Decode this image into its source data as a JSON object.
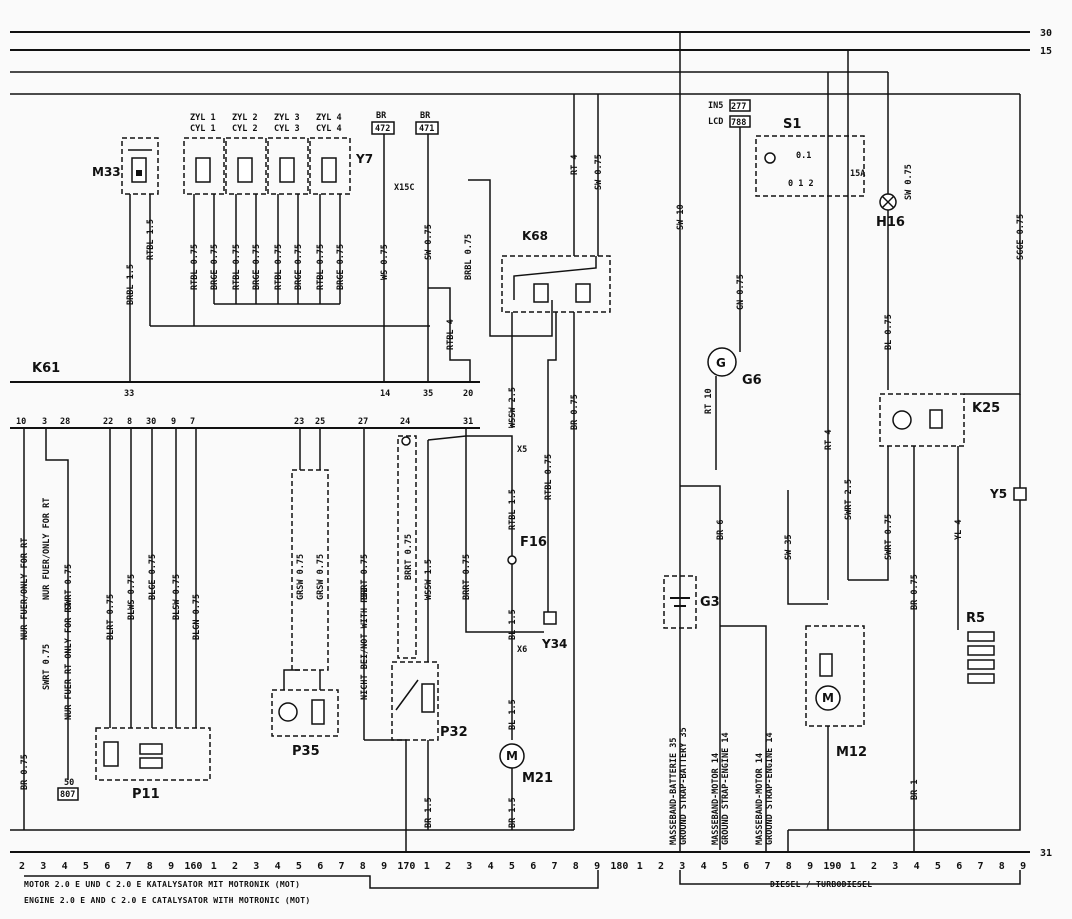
{
  "rails": {
    "r30": "30",
    "r15": "15",
    "r31": "31"
  },
  "components": {
    "M33": "M33",
    "Y7": "Y7",
    "K61": "K61",
    "K68": "K68",
    "S1": "S1",
    "H16": "H16",
    "K25": "K25",
    "G6": "G6",
    "G3": "G3",
    "Y5": "Y5",
    "F16": "F16",
    "Y34": "Y34",
    "P35": "P35",
    "P32": "P32",
    "P11": "P11",
    "M21": "M21",
    "M12": "M12",
    "R5": "R5"
  },
  "cylinders": [
    {
      "de": "ZYL 1",
      "en": "CYL 1"
    },
    {
      "de": "ZYL 2",
      "en": "CYL 2"
    },
    {
      "de": "ZYL 3",
      "en": "CYL 3"
    },
    {
      "de": "ZYL 4",
      "en": "CYL 4"
    }
  ],
  "refs": {
    "br472": "472",
    "br471": "471",
    "in5": "277",
    "lcd": "788",
    "br": "BR",
    "in5_label": "IN5",
    "lcd_label": "LCD"
  },
  "k61_pins": [
    "10",
    "3",
    "28",
    "22",
    "8",
    "30",
    "9",
    "7",
    "23",
    "25",
    "27",
    "24",
    "31",
    "33",
    "14",
    "35",
    "20"
  ],
  "wires": {
    "brbl15": "BRBL 1.5",
    "rtbl15": "RTBL 1.5",
    "rtbl075": "RTBL 0.75",
    "brge075": "BRGE 0.75",
    "ws075": "WS 0.75",
    "sw075": "SW 0.75",
    "rtbl4": "RTBL 4",
    "brbl075": "BRBL 0.75",
    "rt4": "RT 4",
    "sw10": "SW 10",
    "gn075": "GN 0.75",
    "rt10": "RT 10",
    "sw075b": "SW 0.75",
    "bl075": "BL 0.75",
    "sgge075": "SGGE 0.75",
    "wssw25": "WSSW 2.5",
    "br075": "BR 0.75",
    "rtbl075b": "RTBL 0.75",
    "swrt075": "SWRT 0.75",
    "blrt075": "BLRT 0.75",
    "blws075": "BLWS 0.75",
    "blge075": "BLGE 0.75",
    "blsw075": "BLSW 0.75",
    "blgn075": "BLGN 0.75",
    "brrt075": "BRRT 0.75",
    "grsw075": "GRSW 0.75",
    "wssw15": "WSSW 1.5",
    "br15": "BR 1.5",
    "bl15": "BL 1.5",
    "br6": "BR 6",
    "sw35": "SW 35",
    "swrt25": "SWRT 2.5",
    "yl4": "YL 4",
    "br1": "BR 1",
    "br075b": "BR 0.75",
    "rtbl15b": "RTBL 1.5"
  },
  "notes": {
    "nur_fuer_rt1": "NUR FUER/ONLY FOR RT",
    "nur_fuer_rt2": "NUR FUER/ONLY FOR RT",
    "nur_fuer_rt3": "NUR FUER RT ONLY FOR RT",
    "nicht_bei": "NICHT BEI/NOT WITH P32",
    "masse1": "MASSEBAND-BATTERIE 35",
    "masse1b": "GROUND STRAP-BATTERY 35",
    "masse2": "MASSEBAND-MOTOR 14",
    "masse2b": "GROUND STRAP-ENGINE 14",
    "masse3": "MASSEBAND-MOTOR 14",
    "masse3b": "GROUND STRAP-ENGINE 14",
    "s1_pos1": "0.1",
    "s1_pos2": "0 1 2",
    "s1_fuse": "15A",
    "pin50_ref": "50",
    "pin807": "807"
  },
  "scale": {
    "ticks": [
      "2",
      "3",
      "4",
      "5",
      "6",
      "7",
      "8",
      "9",
      "160",
      "1",
      "2",
      "3",
      "4",
      "5",
      "6",
      "7",
      "8",
      "9",
      "170",
      "1",
      "2",
      "3",
      "4",
      "5",
      "6",
      "7",
      "8",
      "9",
      "180",
      "1",
      "2",
      "3",
      "4",
      "5",
      "6",
      "7",
      "8",
      "9",
      "190",
      "1",
      "2",
      "3",
      "4",
      "5",
      "6",
      "7",
      "8",
      "9"
    ]
  },
  "footer": {
    "line1": "MOTOR 2.0 E UND C 2.0 E KATALYSATOR MIT MOTRONIK (MOT)",
    "line2": "ENGINE 2.0 E AND C 2.0 E CATALYSATOR WITH MOTRONIC (MOT)",
    "diesel": "DIESEL / TURBODIESEL"
  },
  "connectors": {
    "x15c": "X15C",
    "x5": "X5",
    "x6": "X6"
  }
}
